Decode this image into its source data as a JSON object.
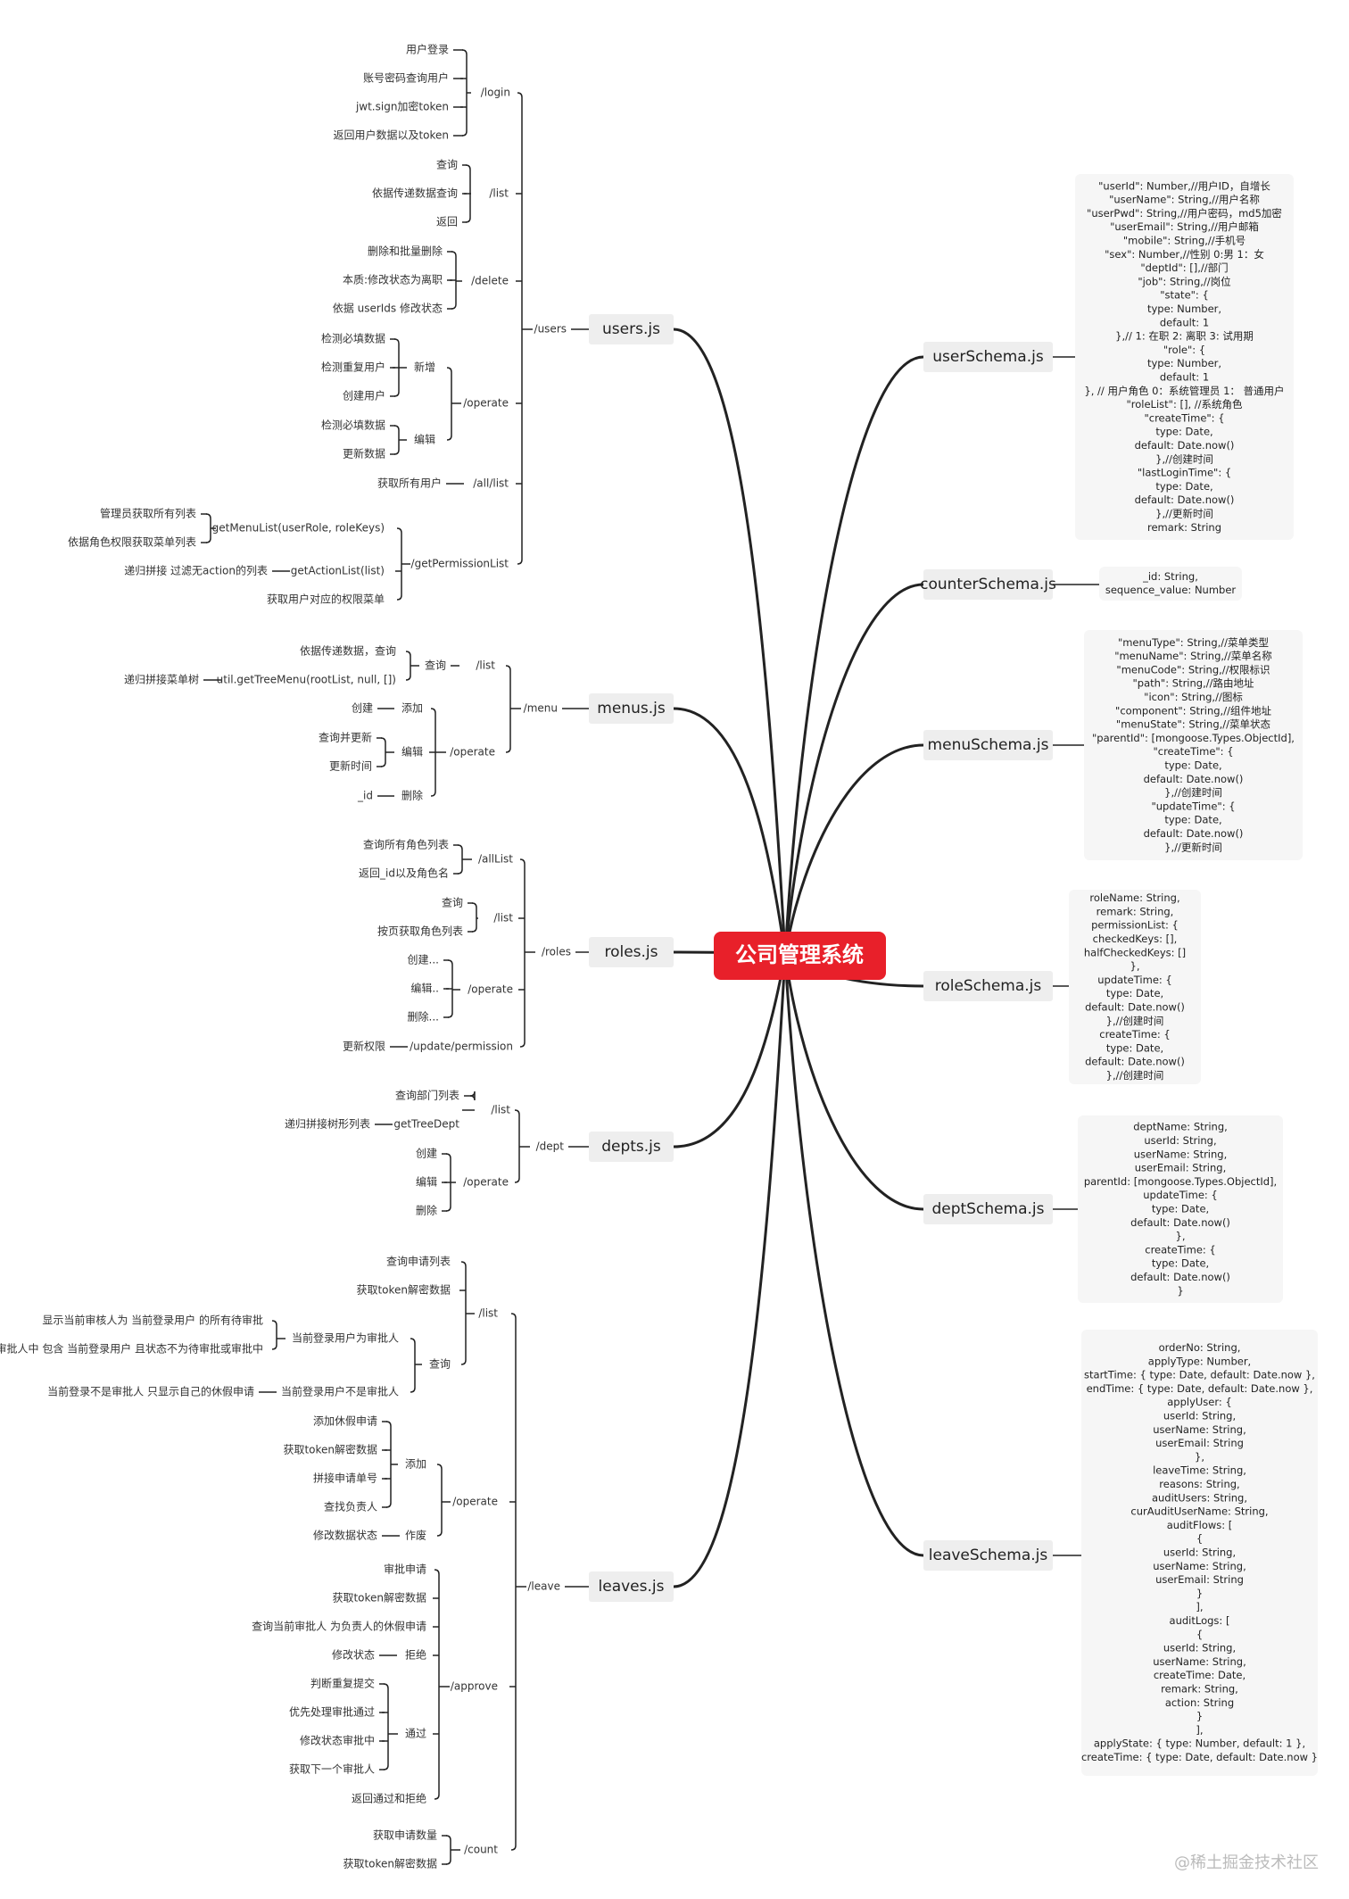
{
  "root": "公司管理系统",
  "watermark": "@稀土掘金技术社区",
  "colors": {
    "root_bg": "#e8202a",
    "branch_bg": "#eeeeee",
    "box_bg": "#f6f6f6",
    "line": "#222222"
  },
  "left": [
    {
      "label": "users.js",
      "children": [
        {
          "label": "/users",
          "children": [
            {
              "label": "/login",
              "children": [
                {
                  "label": "用户登录"
                },
                {
                  "label": "账号密码查询用户"
                },
                {
                  "label": "jwt.sign加密token"
                },
                {
                  "label": "返回用户数据以及token"
                }
              ]
            },
            {
              "label": "/list",
              "children": [
                {
                  "label": "查询"
                },
                {
                  "label": "依据传递数据查询"
                },
                {
                  "label": "返回"
                }
              ]
            },
            {
              "label": "/delete",
              "children": [
                {
                  "label": "删除和批量删除"
                },
                {
                  "label": "本质:修改状态为离职"
                },
                {
                  "label": "依据 userIds 修改状态"
                }
              ]
            },
            {
              "label": "/operate",
              "children": [
                {
                  "label": "新增",
                  "children": [
                    {
                      "label": "检测必填数据"
                    },
                    {
                      "label": "检测重复用户"
                    },
                    {
                      "label": "创建用户"
                    }
                  ]
                },
                {
                  "label": "编辑",
                  "children": [
                    {
                      "label": "检测必填数据"
                    },
                    {
                      "label": "更新数据"
                    }
                  ]
                }
              ]
            },
            {
              "label": "/all/list",
              "children": [
                {
                  "label": "获取所有用户"
                }
              ]
            },
            {
              "label": "/getPermissionList",
              "children": [
                {
                  "label": "getMenuList(userRole, roleKeys)",
                  "children": [
                    {
                      "label": "管理员获取所有列表"
                    },
                    {
                      "label": "依据角色权限获取菜单列表"
                    }
                  ]
                },
                {
                  "label": "getActionList(list)",
                  "children": [
                    {
                      "label": "递归拼接 过滤无action的列表"
                    }
                  ]
                },
                {
                  "label": "获取用户对应的权限菜单"
                }
              ]
            }
          ]
        }
      ]
    },
    {
      "label": "menus.js",
      "children": [
        {
          "label": "/menu",
          "children": [
            {
              "label": "/list",
              "children": [
                {
                  "label": "查询",
                  "children": [
                    {
                      "label": "依据传递数据，查询"
                    },
                    {
                      "label": "util.getTreeMenu(rootList, null, [])",
                      "children": [
                        {
                          "label": "递归拼接菜单树"
                        }
                      ]
                    }
                  ]
                }
              ]
            },
            {
              "label": "/operate",
              "children": [
                {
                  "label": "添加",
                  "children": [
                    {
                      "label": "创建"
                    }
                  ]
                },
                {
                  "label": "编辑",
                  "children": [
                    {
                      "label": "查询并更新"
                    },
                    {
                      "label": "更新时间"
                    }
                  ]
                },
                {
                  "label": "删除",
                  "children": [
                    {
                      "label": "_id"
                    }
                  ]
                }
              ]
            }
          ]
        }
      ]
    },
    {
      "label": "roles.js",
      "children": [
        {
          "label": "/roles",
          "children": [
            {
              "label": "/allList",
              "children": [
                {
                  "label": "查询所有角色列表"
                },
                {
                  "label": "返回_id以及角色名"
                }
              ]
            },
            {
              "label": "/list",
              "children": [
                {
                  "label": "查询"
                },
                {
                  "label": "按页获取角色列表"
                }
              ]
            },
            {
              "label": "/operate",
              "children": [
                {
                  "label": "创建..."
                },
                {
                  "label": "编辑.."
                },
                {
                  "label": "删除..."
                }
              ]
            },
            {
              "label": "/update/permission",
              "children": [
                {
                  "label": "更新权限"
                }
              ]
            }
          ]
        }
      ]
    },
    {
      "label": "depts.js",
      "children": [
        {
          "label": "/dept",
          "children": [
            {
              "label": "/list",
              "children": [
                {
                  "label": "查询部门列表"
                },
                {
                  "label": "getTreeDept",
                  "children": [
                    {
                      "label": "递归拼接树形列表"
                    }
                  ]
                }
              ]
            },
            {
              "label": "/operate",
              "children": [
                {
                  "label": "创建"
                },
                {
                  "label": "编辑"
                },
                {
                  "label": "删除"
                }
              ]
            }
          ]
        }
      ]
    },
    {
      "label": "leaves.js",
      "children": [
        {
          "label": "/leave",
          "children": [
            {
              "label": "/list",
              "children": [
                {
                  "label": "查询申请列表"
                },
                {
                  "label": "获取token解密数据"
                },
                {
                  "label": "查询",
                  "children": [
                    {
                      "label": "当前登录用户为审批人",
                      "children": [
                        {
                          "label": "显示当前审核人为 当前登录用户 的所有待审批"
                        },
                        {
                          "label": "所有审批人中 包含 当前登录用户 且状态不为待审批或审批中"
                        }
                      ]
                    },
                    {
                      "label": "当前登录用户不是审批人",
                      "children": [
                        {
                          "label": "当前登录不是审批人 只显示自己的休假申请"
                        }
                      ]
                    }
                  ]
                }
              ]
            },
            {
              "label": "/operate",
              "children": [
                {
                  "label": "添加",
                  "children": [
                    {
                      "label": "添加休假申请"
                    },
                    {
                      "label": "获取token解密数据"
                    },
                    {
                      "label": "拼接申请单号"
                    },
                    {
                      "label": "查找负责人"
                    }
                  ]
                },
                {
                  "label": "作废",
                  "children": [
                    {
                      "label": "修改数据状态"
                    }
                  ]
                }
              ]
            },
            {
              "label": "/approve",
              "children": [
                {
                  "label": "审批申请"
                },
                {
                  "label": "获取token解密数据"
                },
                {
                  "label": "查询当前审批人 为负责人的休假申请"
                },
                {
                  "label": "拒绝",
                  "children": [
                    {
                      "label": "修改状态"
                    }
                  ]
                },
                {
                  "label": "通过",
                  "children": [
                    {
                      "label": "判断重复提交"
                    },
                    {
                      "label": "优先处理审批通过"
                    },
                    {
                      "label": "修改状态审批中"
                    },
                    {
                      "label": "获取下一个审批人"
                    }
                  ]
                },
                {
                  "label": "返回通过和拒绝"
                }
              ]
            },
            {
              "label": "/count",
              "children": [
                {
                  "label": "获取申请数量"
                },
                {
                  "label": "获取token解密数据"
                }
              ]
            }
          ]
        }
      ]
    }
  ],
  "right": [
    {
      "label": "userSchema.js",
      "lines": [
        "\"userId\": Number,//用户ID，自增长",
        "\"userName\": String,//用户名称",
        "\"userPwd\": String,//用户密码，md5加密",
        "\"userEmail\": String,//用户邮箱",
        "\"mobile\": String,//手机号",
        "\"sex\": Number,//性别 0:男  1：女",
        "\"deptId\": [],//部门",
        "\"job\": String,//岗位",
        "\"state\": {",
        "type: Number,",
        "default: 1",
        "},// 1: 在职 2: 离职 3: 试用期",
        "\"role\": {",
        "type: Number,",
        "default: 1",
        "}, // 用户角色 0：系统管理员  1：  普通用户",
        "\"roleList\": [], //系统角色",
        "\"createTime\": {",
        "type: Date,",
        "default: Date.now()",
        "},//创建时间",
        "\"lastLoginTime\": {",
        "type: Date,",
        "default: Date.now()",
        "},//更新时间",
        "remark: String"
      ]
    },
    {
      "label": "counterSchema.js",
      "lines": [
        "_id: String,",
        "sequence_value: Number"
      ]
    },
    {
      "label": "menuSchema.js",
      "lines": [
        "\"menuType\": String,//菜单类型",
        "\"menuName\": String,//菜单名称",
        "\"menuCode\": String,//权限标识",
        "\"path\": String,//路由地址",
        "\"icon\": String,//图标",
        "\"component\": String,//组件地址",
        "\"menuState\": String,//菜单状态",
        "\"parentId\": [mongoose.Types.ObjectId],",
        "\"createTime\": {",
        "type: Date,",
        "default: Date.now()",
        "},//创建时间",
        "\"updateTime\": {",
        "type: Date,",
        "default: Date.now()",
        "},//更新时间"
      ]
    },
    {
      "label": "roleSchema.js",
      "lines": [
        "roleName: String,",
        "remark: String,",
        "permissionList: {",
        "checkedKeys: [],",
        "halfCheckedKeys: []",
        "},",
        "updateTime: {",
        "type: Date,",
        "default: Date.now()",
        "},//创建时间",
        "createTime: {",
        "type: Date,",
        "default: Date.now()",
        "},//创建时间"
      ]
    },
    {
      "label": "deptSchema.js",
      "lines": [
        "deptName: String,",
        "userId: String,",
        "userName: String,",
        "userEmail: String,",
        "parentId: [mongoose.Types.ObjectId],",
        "updateTime: {",
        "type: Date,",
        "default: Date.now()",
        "},",
        "createTime: {",
        "type: Date,",
        "default: Date.now()",
        "}"
      ]
    },
    {
      "label": "leaveSchema.js",
      "lines": [
        "orderNo: String,",
        "applyType: Number,",
        "startTime: { type: Date, default: Date.now },",
        "endTime: { type: Date, default: Date.now },",
        "applyUser: {",
        "userId: String,",
        "userName: String,",
        "userEmail: String",
        "},",
        "leaveTime: String,",
        "reasons: String,",
        "auditUsers: String,",
        "curAuditUserName: String,",
        "auditFlows: [",
        "{",
        "userId: String,",
        "userName: String,",
        "userEmail: String",
        "}",
        "],",
        "auditLogs: [",
        "{",
        "userId: String,",
        "userName: String,",
        "createTime: Date,",
        "remark: String,",
        "action: String",
        "}",
        "],",
        "applyState: { type: Number, default: 1 },",
        "createTime: { type: Date, default: Date.now }"
      ]
    }
  ]
}
